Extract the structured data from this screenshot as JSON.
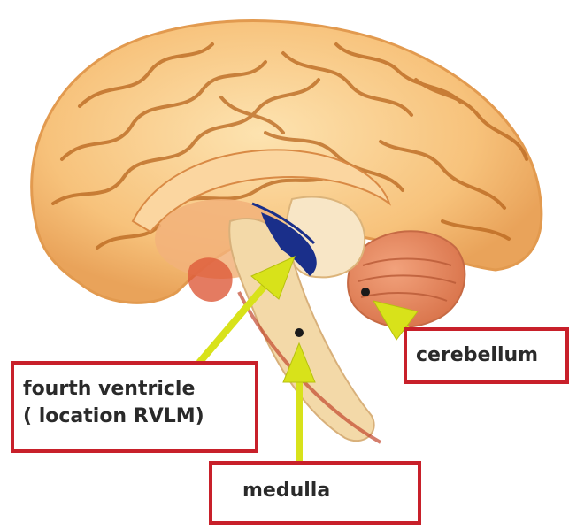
{
  "labels": {
    "fourth_ventricle": {
      "line1": "fourth ventricle",
      "line2": "( location RVLM)"
    },
    "medulla": "medulla",
    "cerebellum": "cerebellum"
  },
  "colors": {
    "label_border": "#c8202a",
    "arrow": "#d8e21a",
    "cerebrum": "#f6c47e",
    "gyri_lines": "#b8651d",
    "cerebellum": "#e58a5e",
    "brainstem": "#f3d9a8",
    "ventricle": "#1a2f8a"
  }
}
